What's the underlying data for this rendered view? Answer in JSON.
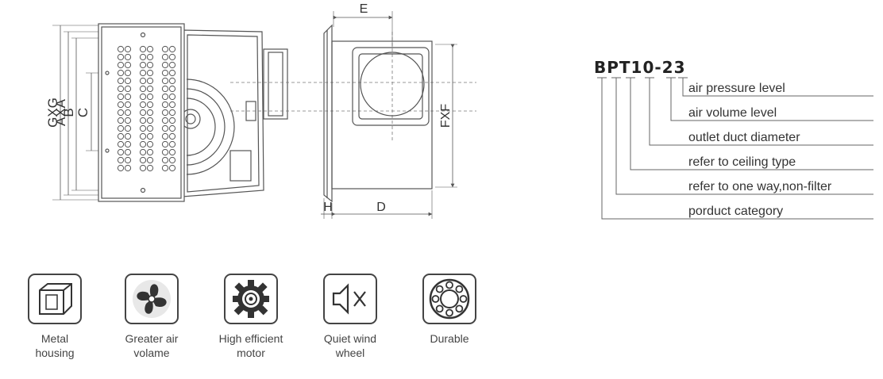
{
  "dimensions": {
    "front": [
      "GXG",
      "AXA",
      "B",
      "C"
    ],
    "side": [
      "E",
      "FXF",
      "H",
      "D"
    ]
  },
  "model": {
    "code": "BPT10-23",
    "legend": [
      "air pressure level",
      "air volume level",
      "outlet duct diameter",
      "refer to ceiling type",
      "refer to one way,non-filter",
      "porduct category"
    ]
  },
  "features": [
    {
      "icon": "metal-housing-icon",
      "label": "Metal\nhousing"
    },
    {
      "icon": "fan-icon",
      "label": "Greater air\nvolame"
    },
    {
      "icon": "motor-gear-icon",
      "label": "High efficient\nmotor"
    },
    {
      "icon": "speaker-mute-icon",
      "label": "Quiet wind\nwheel"
    },
    {
      "icon": "bearing-icon",
      "label": "Durable"
    }
  ]
}
